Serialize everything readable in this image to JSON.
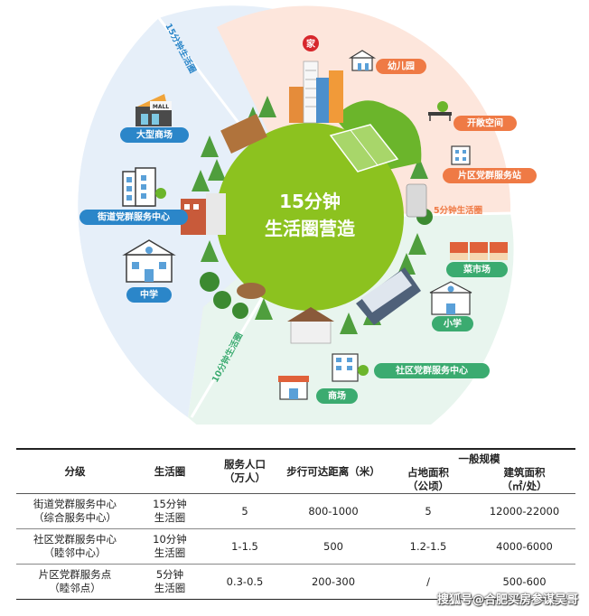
{
  "diagram": {
    "center_line1": "15分钟",
    "center_line2": "生活圈营造",
    "ring_15": "15分钟生活圈",
    "ring_10": "10分钟生活圈",
    "ring_5": "5分钟生活圈",
    "home_badge": "家",
    "mall_sign": "MALL",
    "labels": {
      "mall": "大型商场",
      "street_center": "街道党群服务中心",
      "middle_school": "中学",
      "kindergarten": "幼儿园",
      "open_space": "开敞空间",
      "area_station": "片区党群服务站",
      "vegetable_market": "菜市场",
      "primary_school": "小学",
      "community_center": "社区党群服务中心",
      "shop": "商场"
    },
    "colors": {
      "center": "#8cc21f",
      "ring15": "#e6eff9",
      "ring10": "#e8f5ee",
      "ring5": "#fde6dc",
      "blue_pill": "#2b86c9",
      "orange_pill": "#ef7a45",
      "green_pill": "#3bab70"
    }
  },
  "table": {
    "headers": {
      "level": "分级",
      "circle": "生活圈",
      "population_1": "服务人口",
      "population_2": "（万人）",
      "distance": "步行可达距离（米）",
      "scale": "一般规模",
      "land_1": "占地面积",
      "land_2": "（公顷）",
      "building_1": "建筑面积",
      "building_2": "（㎡/处）"
    },
    "rows": [
      {
        "level_1": "街道党群服务中心",
        "level_2": "（综合服务中心）",
        "circle_1": "15分钟",
        "circle_2": "生活圈",
        "population": "5",
        "distance": "800-1000",
        "land": "5",
        "building": "12000-22000"
      },
      {
        "level_1": "社区党群服务中心",
        "level_2": "（睦邻中心）",
        "circle_1": "10分钟",
        "circle_2": "生活圈",
        "population": "1-1.5",
        "distance": "500",
        "land": "1.2-1.5",
        "building": "4000-6000"
      },
      {
        "level_1": "片区党群服务点",
        "level_2": "（睦邻点）",
        "circle_1": "5分钟",
        "circle_2": "生活圈",
        "population": "0.3-0.5",
        "distance": "200-300",
        "land": "/",
        "building": "500-600"
      }
    ]
  },
  "watermark": "搜狐号@合肥买房参谋吴哥"
}
